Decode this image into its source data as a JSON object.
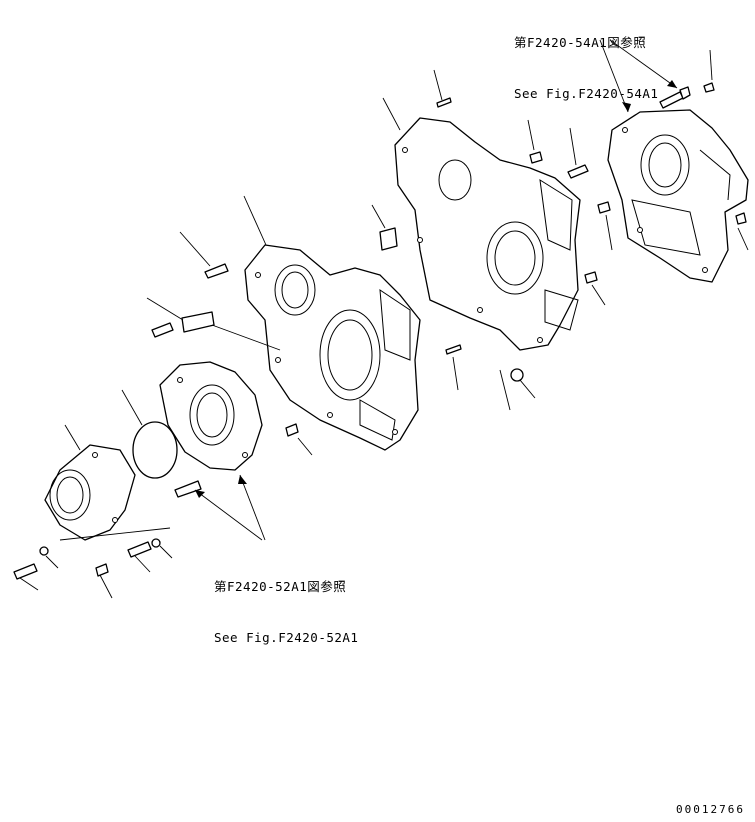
{
  "references": {
    "top": {
      "line1": "第F2420-54A1図参照",
      "line2": "See Fig.F2420-54A1"
    },
    "bottom": {
      "line1": "第F2420-52A1図参照",
      "line2": "See Fig.F2420-52A1"
    }
  },
  "drawing_id": "00012766"
}
